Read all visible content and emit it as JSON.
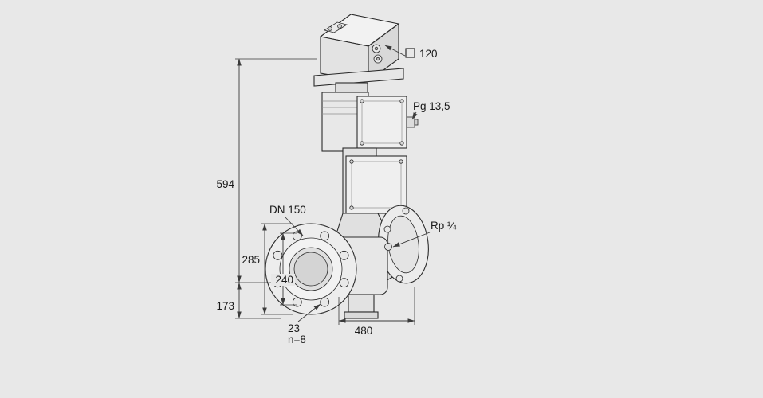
{
  "page": {
    "background_color": "#e8e8e8",
    "outline_color": "#2b2b2b",
    "dimension_line_color": "#3a3a3a",
    "text_color": "#1a1a1a"
  },
  "drawing": {
    "dimensions": {
      "overall_height": "594",
      "height_below_axis": "173",
      "flange_diameter": "285",
      "bolt_circle_diameter": "240",
      "overall_length": "480",
      "actuator_square_size": "120",
      "nominal_size": "DN 150",
      "bolt_hole_diameter": "23",
      "bolt_hole_count": "n=8",
      "cable_gland": "Pg 13,5",
      "measuring_connection": "Rp ¼"
    }
  }
}
